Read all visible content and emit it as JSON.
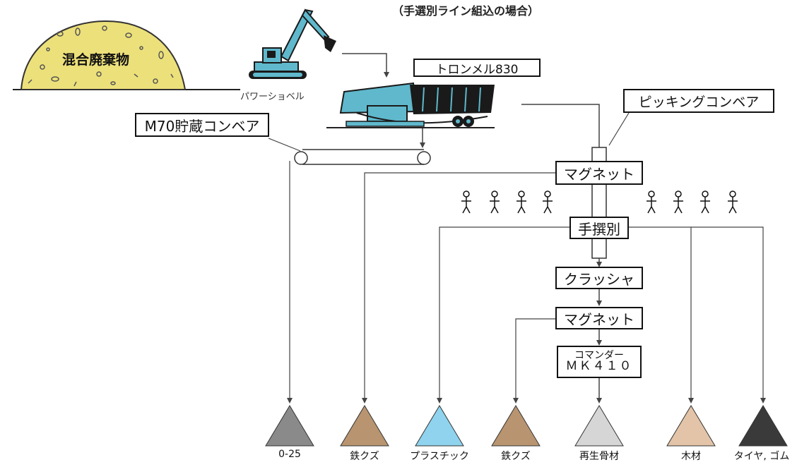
{
  "subtitle": "（手選別ライン組込の場合）",
  "pile_label": "混合廃棄物",
  "excavator_label": "パワーショベル",
  "trommel_label": "トロンメル830",
  "storage_conveyor_label": "M70貯蔵コンベア",
  "picking_conveyor_label": "ピッキングコンベア",
  "magnet1_label": "マグネット",
  "hand_sort_label": "手撰別",
  "crusher_label": "クラッシャ",
  "magnet2_label": "マグネット",
  "commander_label_line1": "コマンダー",
  "commander_label_line2": "ＭＫ４１０",
  "outputs": [
    {
      "label": "0-25",
      "color": "#8a8a8a"
    },
    {
      "label": "鉄クズ",
      "color": "#b89470"
    },
    {
      "label": "プラスチック",
      "color": "#8fd3ee"
    },
    {
      "label": "鉄クズ",
      "color": "#b89470"
    },
    {
      "label": "再生骨材",
      "color": "#d6d6d6"
    },
    {
      "label": "木材",
      "color": "#e3c4a8"
    },
    {
      "label": "タイヤ, ゴム",
      "color": "#3a3a3a"
    }
  ],
  "colors": {
    "pile": "#ece07a",
    "machine_teal": "#5fb8cc",
    "machine_dark": "#1a1a1a",
    "line": "#444444"
  }
}
